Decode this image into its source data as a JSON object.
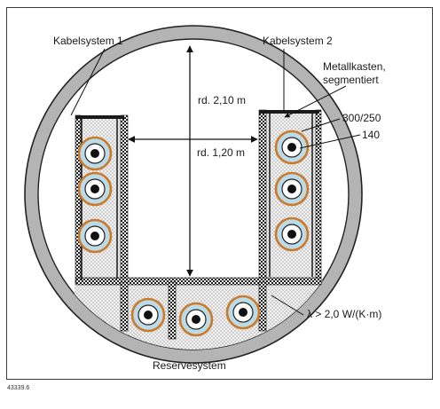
{
  "labels": {
    "system1": "Kabelsystem 1",
    "system2": "Kabelsystem 2",
    "metal_box_line1": "Metallkasten,",
    "metal_box_line2": "segmentiert",
    "outer_dim": "300/250",
    "inner_dim": "140",
    "height": "rd. 2,10 m",
    "width": "rd. 1,20 m",
    "lambda": "λ > 2,0 W/(K·m)",
    "reserve": "Reservesystem"
  },
  "figure_id": "43339.6",
  "colors": {
    "tunnel_ring": "#b4b4b4",
    "backfill": "#ececec",
    "box_wall": "#2a2a2a",
    "pipe_outer": "#c97a2b",
    "pipe_fill": "#bcdbe6",
    "cable": "#111111"
  }
}
